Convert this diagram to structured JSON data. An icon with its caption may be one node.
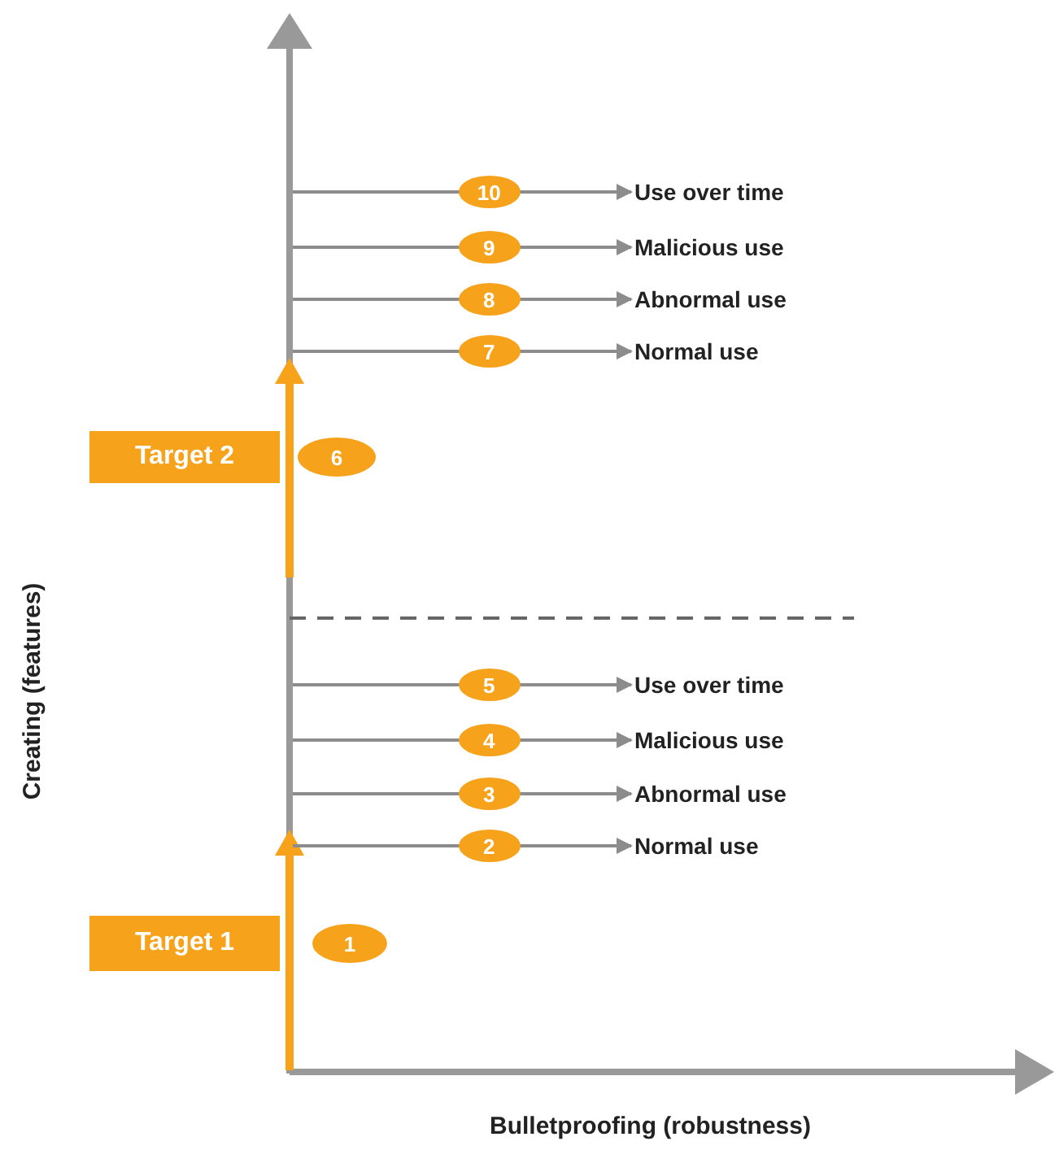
{
  "diagram": {
    "nodes": [
      {
        "text": [
          "Use over time"
        ]
      },
      {
        "text": [
          "Malicious use"
        ]
      },
      {
        "text": [
          "Abnormal use"
        ]
      },
      {
        "text": [
          "Normal use"
        ]
      },
      {
        "text": [
          "Target 2"
        ]
      },
      {
        "text": [
          "6"
        ]
      },
      {
        "text": [
          "Use over time"
        ]
      },
      {
        "text": [
          "Malicious use"
        ]
      },
      {
        "text": [
          "Abnormal use"
        ]
      },
      {
        "text": [
          "Normal use"
        ]
      },
      {
        "text": [
          "Target 1"
        ]
      },
      {
        "text": [
          "1"
        ]
      }
    ],
    "edges": [
      {
        "from": null,
        "to": 0,
        "arrow": "to",
        "label": "10"
      },
      {
        "from": null,
        "to": 1,
        "arrow": "to",
        "label": "9"
      },
      {
        "from": null,
        "to": 2,
        "arrow": "to",
        "label": "8"
      },
      {
        "from": null,
        "to": 3,
        "arrow": "to",
        "label": "7"
      },
      {
        "from": null,
        "to": 6,
        "arrow": "to",
        "label": "5"
      },
      {
        "from": null,
        "to": 7,
        "arrow": "to",
        "label": "4"
      },
      {
        "from": null,
        "to": 8,
        "arrow": "to",
        "label": "3"
      },
      {
        "from": null,
        "to": 9,
        "arrow": "to",
        "label": "2"
      }
    ],
    "labels": [
      "Creating (features)",
      "Bulletproofing (robustness)"
    ]
  }
}
